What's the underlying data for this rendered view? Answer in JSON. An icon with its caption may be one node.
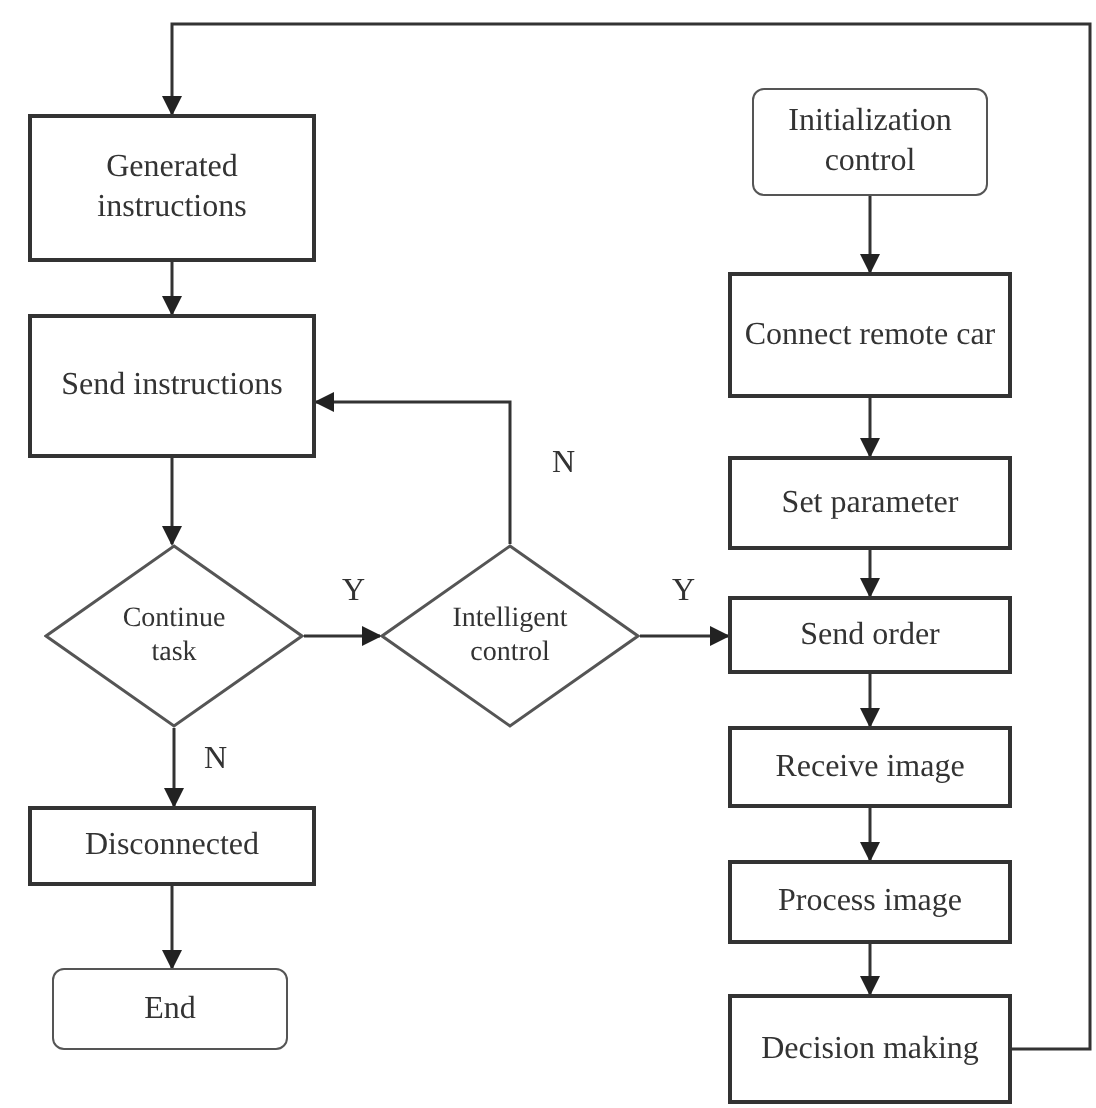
{
  "diagram": {
    "nodes": [
      {
        "text": [
          "Generated instructions"
        ]
      },
      {
        "text": [
          "Send instructions"
        ]
      },
      {
        "text": [
          "Continue task"
        ]
      },
      {
        "text": [
          "Intelligent control"
        ]
      },
      {
        "text": [
          "Disconnected"
        ]
      },
      {
        "text": [
          "End"
        ]
      },
      {
        "text": [
          "Initialization control"
        ]
      },
      {
        "text": [
          "Connect remote car"
        ]
      },
      {
        "text": [
          "Set parameter"
        ]
      },
      {
        "text": [
          "Send order"
        ]
      },
      {
        "text": [
          "Receive image"
        ]
      },
      {
        "text": [
          "Process image"
        ]
      },
      {
        "text": [
          "Decision making"
        ]
      }
    ],
    "edges": [
      {
        "from": 0,
        "to": 1,
        "arrow": "to"
      },
      {
        "from": 1,
        "to": 2,
        "arrow": "to"
      },
      {
        "from": 2,
        "to": 3,
        "arrow": "to",
        "label": "Y"
      },
      {
        "from": 3,
        "to": 1,
        "arrow": "to",
        "label": "N"
      },
      {
        "from": 3,
        "to": 9,
        "arrow": "to",
        "label": "Y"
      },
      {
        "from": 2,
        "to": 4,
        "arrow": "to",
        "label": "N"
      },
      {
        "from": 4,
        "to": 5,
        "arrow": "to"
      },
      {
        "from": 6,
        "to": 7,
        "arrow": "to"
      },
      {
        "from": 7,
        "to": 8,
        "arrow": "to"
      },
      {
        "from": 8,
        "to": 9,
        "arrow": "to"
      },
      {
        "from": 9,
        "to": 10,
        "arrow": "to"
      },
      {
        "from": 10,
        "to": 11,
        "arrow": "to"
      },
      {
        "from": 11,
        "to": 12,
        "arrow": "to"
      },
      {
        "from": 12,
        "to": 0,
        "arrow": "to"
      }
    ]
  }
}
